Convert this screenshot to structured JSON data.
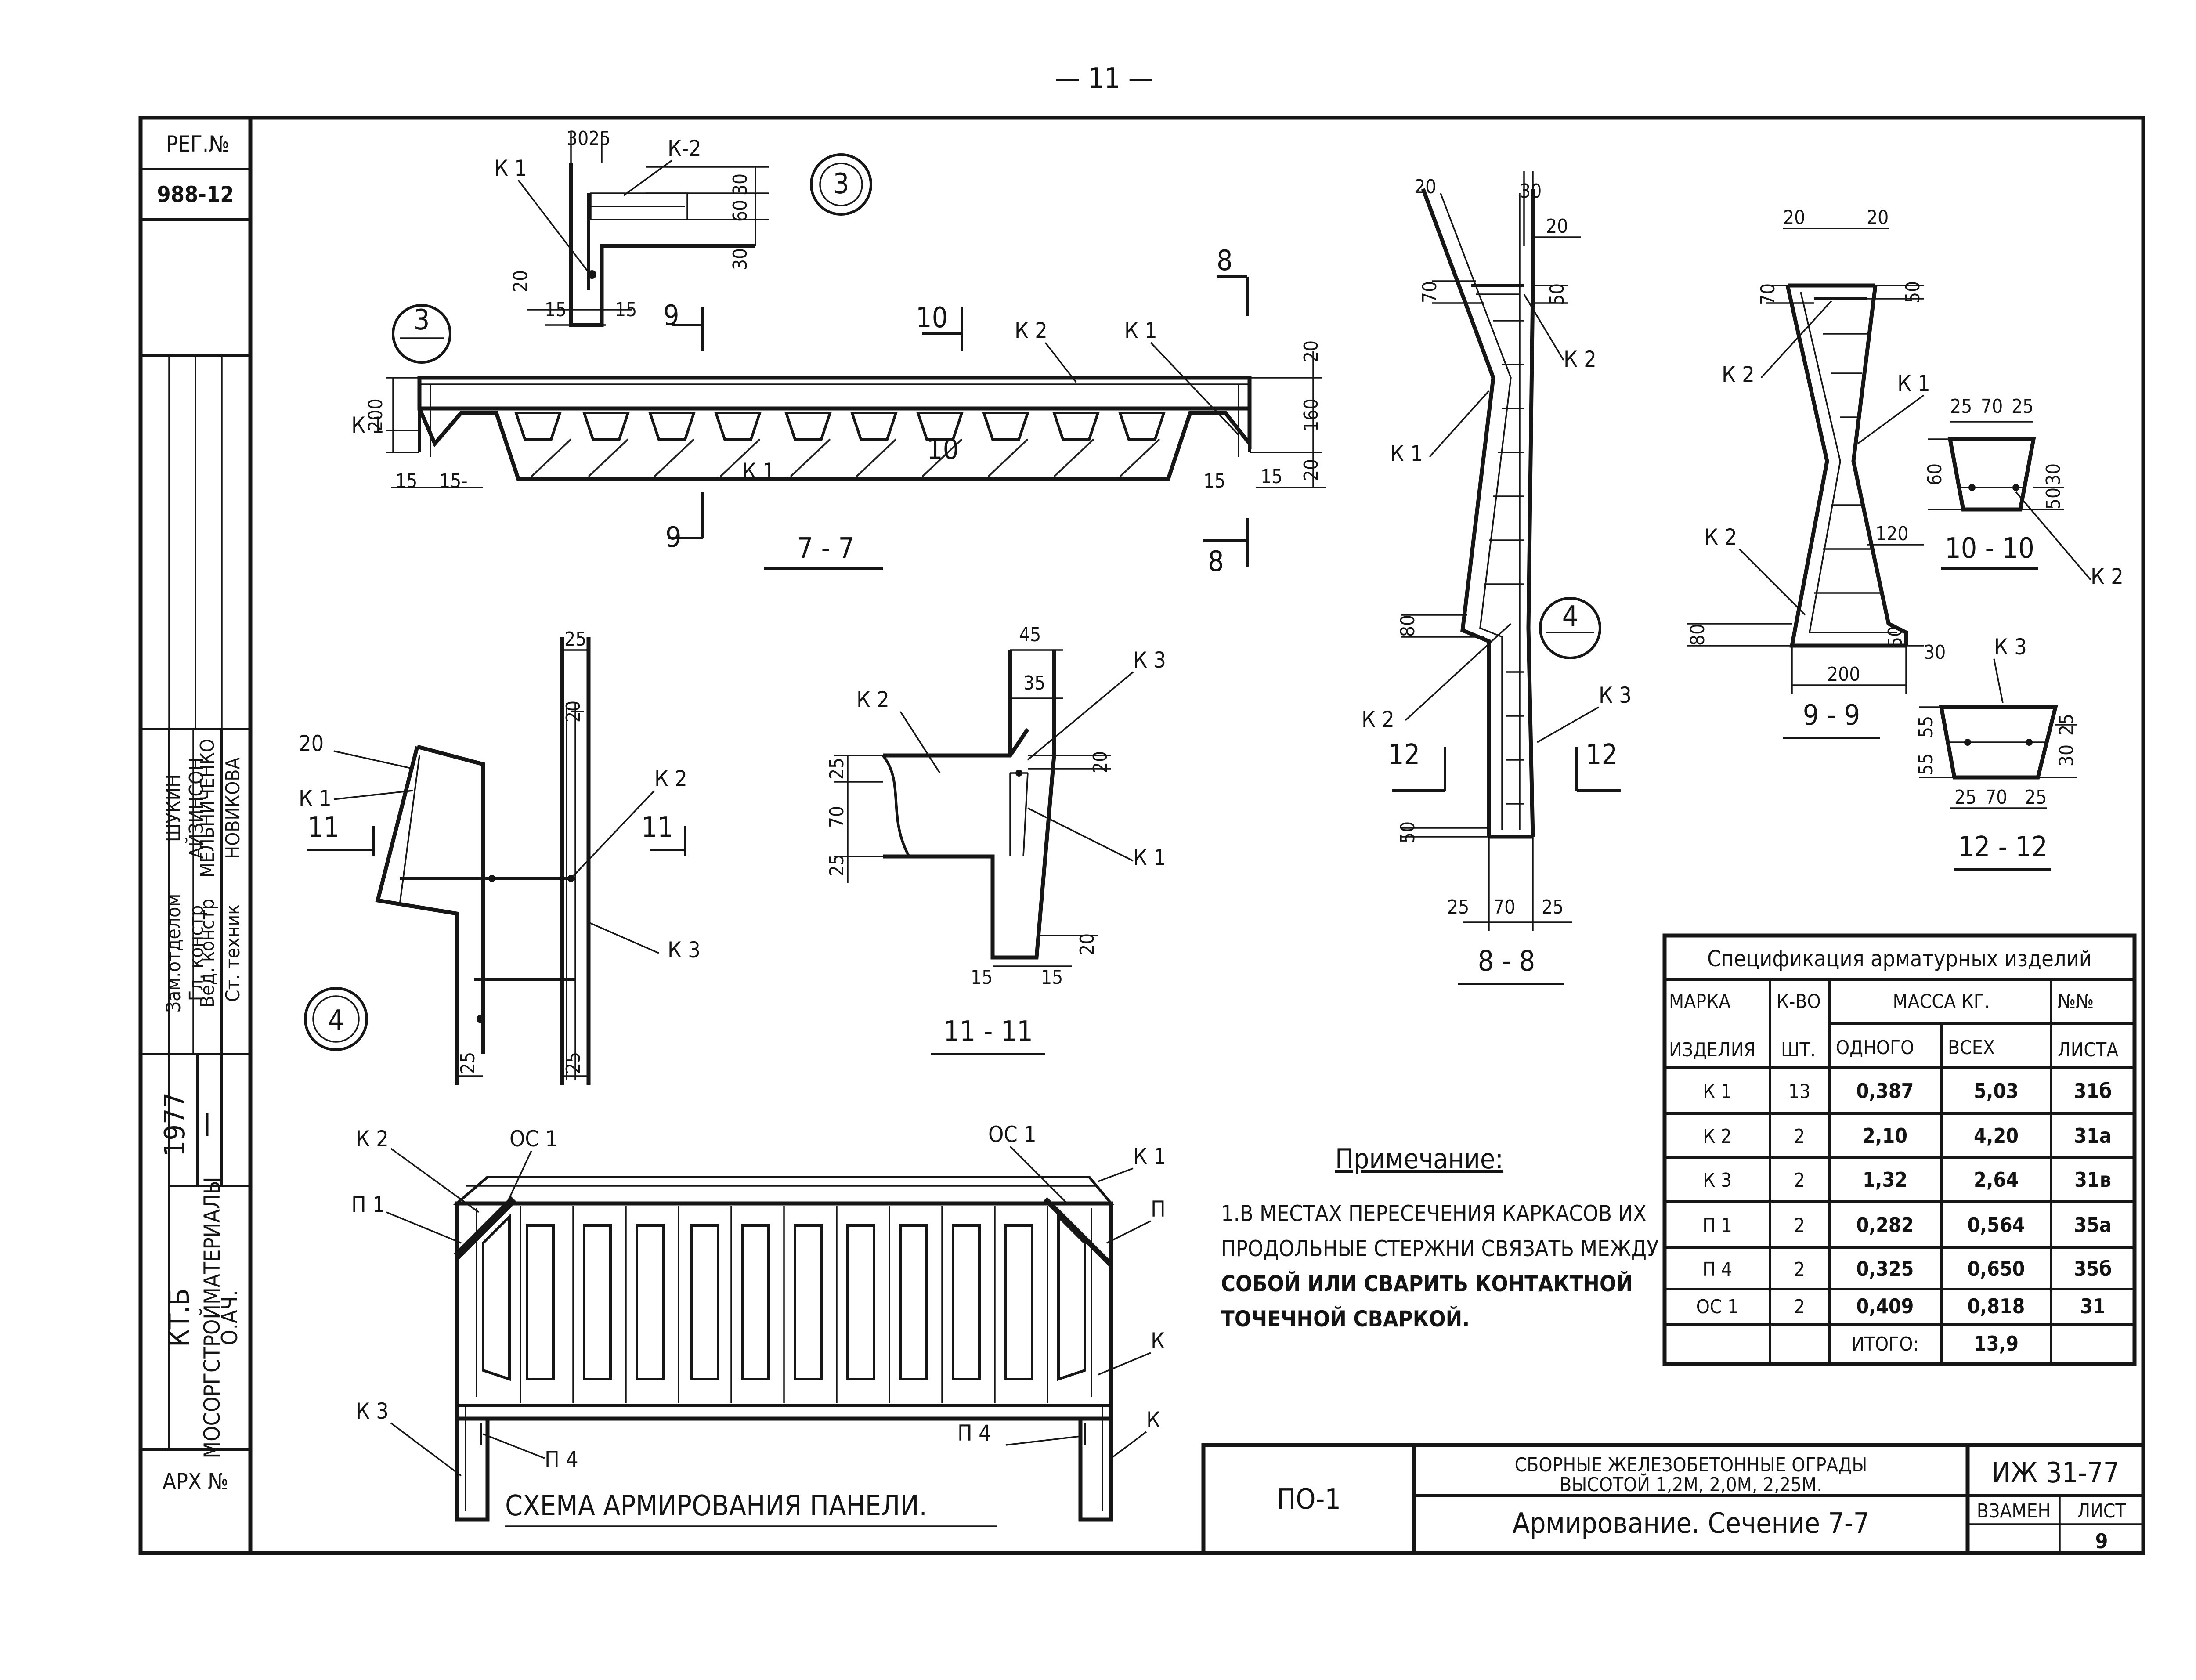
{
  "page_number": "— 11 —",
  "left_strip": {
    "reg_label": "РЕГ.№",
    "reg_number": "988-12",
    "year": "1977",
    "org_line1": "КТ.Б",
    "org_line2": "МОСОРГСТРОЙМАТЕРИАЛЫ",
    "code": "О.АЧ.",
    "roles": [
      "Зам.отделом",
      "Гл. констр",
      "Вед. констр",
      "Ст. техник"
    ],
    "names": [
      "ШУКИН",
      "АЙЗИНСОН",
      "МЕЛЬНИЧЕНКО",
      "НОВИКОВА"
    ],
    "arch_label": "АРХ №"
  },
  "section_7_7": {
    "title": "7 - 7",
    "callout": "3",
    "labels": {
      "k1_left": "К 1",
      "k1_bottom": "К 1",
      "k2": "К 2",
      "k1_right": "К 1"
    },
    "cuts": {
      "c9": "9",
      "c10": "10",
      "c10b": "10",
      "c8": "8"
    },
    "dims": {
      "h200": "200",
      "h20a": "20",
      "h160": "160",
      "h20b": "20",
      "b15a": "15",
      "b15b": "15-",
      "b15c": "15",
      "b15d": "15"
    }
  },
  "detail_3": {
    "callout": "3",
    "labels": {
      "k1": "К 1",
      "k2": "К-2"
    },
    "dims": {
      "t30": "30",
      "t25": "25",
      "r30a": "30",
      "r60": "60",
      "r30b": "30",
      "l20": "20",
      "b15a": "15",
      "b15b": "15"
    }
  },
  "section_8_8": {
    "title": "8 - 8",
    "callout": "4",
    "labels": {
      "k1": "К 1",
      "k2a": "К 2",
      "k2b": "К 2",
      "k3": "К 3"
    },
    "cuts": {
      "c12a": "12",
      "c12b": "12"
    },
    "dims": {
      "t20": "20",
      "t30": "30",
      "r20": "20",
      "l70": "70",
      "r50": "50",
      "l80": "80",
      "l50": "50",
      "b25a": "25",
      "b70": "70",
      "b25b": "25"
    }
  },
  "section_9_9": {
    "title": "9 - 9",
    "labels": {
      "k1": "К 1",
      "k2a": "К 2",
      "k2b": "К 2"
    },
    "dims": {
      "t20a": "20",
      "t20b": "20",
      "l70": "70",
      "r50": "50",
      "m120": "120",
      "l80": "80",
      "b50": "50",
      "b30": "30",
      "b200": "200"
    }
  },
  "section_10_10": {
    "title": "10 - 10",
    "label": "К 2",
    "dims": {
      "t25": "25",
      "t70": "70",
      "t25b": "25",
      "l60": "60",
      "r30": "30",
      "r50": "50"
    }
  },
  "section_12_12": {
    "title": "12 - 12",
    "label": "К 3",
    "dims": {
      "l55a": "55",
      "l55b": "55",
      "r30": "30",
      "r25": "25",
      "b25": "25",
      "b70": "70",
      "b25b": "25"
    }
  },
  "detail_4": {
    "callout": "4",
    "labels": {
      "k1": "К 1",
      "k2": "К 2",
      "k3": "К 3"
    },
    "cuts": {
      "c11a": "11",
      "c11b": "11"
    },
    "dims": {
      "d20": "20",
      "t25": "25",
      "r20": "20",
      "b25a": "25",
      "b25b": "25"
    }
  },
  "section_11_11": {
    "title": "11 - 11",
    "labels": {
      "k2": "К 2",
      "k3": "К 3",
      "k1": "К 1"
    },
    "dims": {
      "t45": "45",
      "t35": "35",
      "l25a": "25",
      "l70": "70",
      "l25b": "25",
      "r20a": "20",
      "r20b": "20",
      "b15a": "15",
      "b15b": "15"
    }
  },
  "panel_scheme": {
    "caption": "СХЕМА   АРМИРОВАНИЯ   ПАНЕЛИ.",
    "labels": {
      "k2": "К 2",
      "oc1a": "ОС 1",
      "oc1b": "ОС 1",
      "k1": "К 1",
      "p1": "П 1",
      "p": "П",
      "k_right": "К",
      "k3": "К 3",
      "p4a": "П 4",
      "p4b": "П 4",
      "k_br": "К"
    }
  },
  "note": {
    "heading": "Примечание:",
    "lines": [
      "1.В МЕСТАХ ПЕРЕСЕЧЕНИЯ КАРКАСОВ ИХ",
      "ПРОДОЛЬНЫЕ СТЕРЖНИ СВЯЗАТЬ МЕЖДУ",
      "СОБОЙ ИЛИ СВАРИТЬ КОНТАКТНОЙ",
      "ТОЧЕЧНОЙ СВАРКОЙ."
    ]
  },
  "spec_table": {
    "title": "Спецификация арматурных изделий",
    "headers": {
      "mark_1": "МАРКА",
      "mark_2": "ИЗДЕЛИЯ",
      "qty_1": "К-ВО",
      "qty_2": "ШТ.",
      "mass": "МАССА КГ.",
      "mass_one": "ОДНОГО",
      "mass_all": "ВСЕХ",
      "sheet_1": "№№",
      "sheet_2": "ЛИСТА"
    },
    "rows": [
      [
        "К 1",
        "13",
        "0,387",
        "5,03",
        "31б"
      ],
      [
        "К 2",
        "2",
        "2,10",
        "4,20",
        "31а"
      ],
      [
        "К 3",
        "2",
        "1,32",
        "2,64",
        "31в"
      ],
      [
        "П 1",
        "2",
        "0,282",
        "0,564",
        "35а"
      ],
      [
        "П 4",
        "2",
        "0,325",
        "0,650",
        "35б"
      ],
      [
        "ОС 1",
        "2",
        "0,409",
        "0,818",
        "31"
      ]
    ],
    "total_label": "ИТОГО:",
    "total_value": "13,9"
  },
  "title_block": {
    "code": "ПО-1",
    "name_line1": "СБОРНЫЕ   ЖЕЛЕЗОБЕТОННЫЕ   ОГРАДЫ",
    "name_line2": "ВЫСОТОЙ 1,2М, 2,0М, 2,25М.",
    "subtitle": "Армирование. Сечение 7-7",
    "series": "ИЖ 31-77",
    "replace_label": "ВЗАМЕН",
    "sheet_label": "ЛИСТ",
    "sheet_number": "9"
  }
}
